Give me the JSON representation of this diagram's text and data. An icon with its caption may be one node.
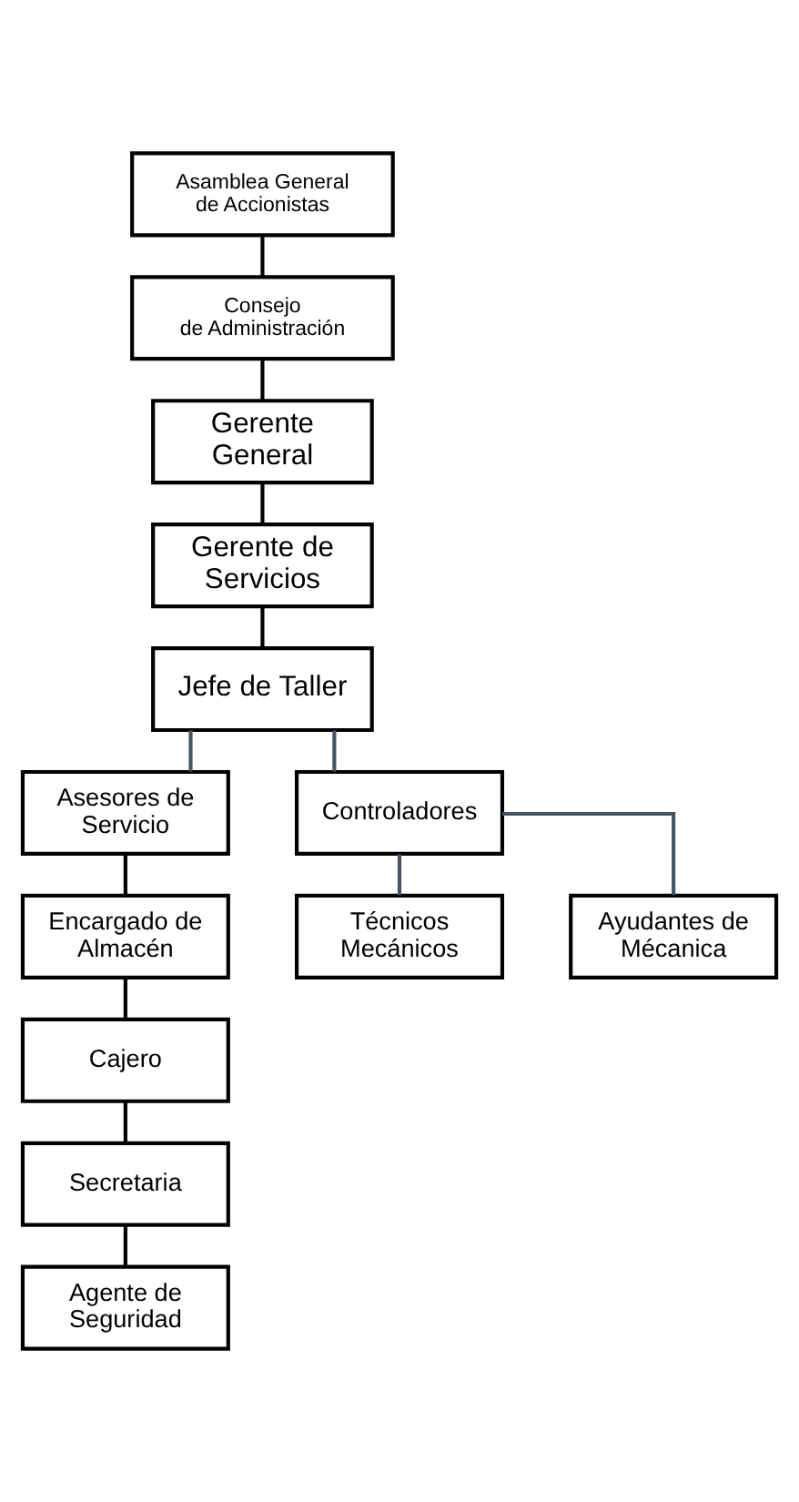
{
  "diagram": {
    "nodes": [
      {
        "text": [
          "Asamblea General de Accionistas"
        ]
      },
      {
        "text": [
          "Consejo de Administración"
        ]
      },
      {
        "text": [
          "Gerente General"
        ]
      },
      {
        "text": [
          "Gerente de Servicios"
        ]
      },
      {
        "text": [
          "Jefe de Taller"
        ]
      },
      {
        "text": [
          "Asesores de Servicio"
        ]
      },
      {
        "text": [
          "Controladores"
        ]
      },
      {
        "text": [
          "Encargado de Almacén"
        ]
      },
      {
        "text": [
          "Cajero"
        ]
      },
      {
        "text": [
          "Secretaria"
        ]
      },
      {
        "text": [
          "Agente de Seguridad"
        ]
      },
      {
        "text": [
          "Técnicos Mecánicos"
        ]
      },
      {
        "text": [
          "Ayudantes de Mécanica"
        ]
      }
    ],
    "edges": [
      {
        "from": 0,
        "to": 1,
        "arrow": "none"
      },
      {
        "from": 1,
        "to": 2,
        "arrow": "none"
      },
      {
        "from": 2,
        "to": 3,
        "arrow": "none"
      },
      {
        "from": 3,
        "to": 4,
        "arrow": "none"
      },
      {
        "from": 4,
        "to": 5,
        "arrow": "none",
        "color": "#44546a"
      },
      {
        "from": 4,
        "to": 6,
        "arrow": "none",
        "color": "#44546a"
      },
      {
        "from": 5,
        "to": 7,
        "arrow": "none"
      },
      {
        "from": 7,
        "to": 8,
        "arrow": "none"
      },
      {
        "from": 8,
        "to": 9,
        "arrow": "none"
      },
      {
        "from": 9,
        "to": 10,
        "arrow": "none"
      },
      {
        "from": 6,
        "to": 11,
        "arrow": "none",
        "color": "#44546a"
      },
      {
        "from": 6,
        "to": 12,
        "arrow": "none",
        "color": "#44546a"
      }
    ]
  }
}
